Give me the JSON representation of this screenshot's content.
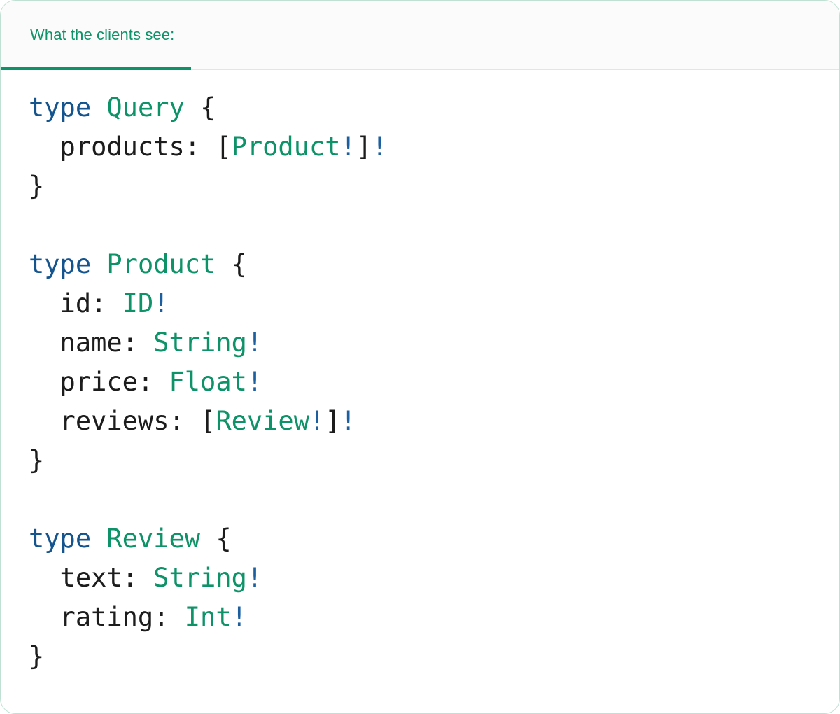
{
  "card": {
    "border_color": "#bfe0d2",
    "background": "#ffffff"
  },
  "tabbar": {
    "background": "#fbfbfb",
    "divider_color": "#e4e4e4",
    "tabs": [
      {
        "id": "clients-view",
        "label": "What the clients see:",
        "active": true,
        "color": "#0e9268"
      }
    ]
  },
  "code": {
    "language": "graphql",
    "font": "monospace",
    "colors": {
      "keyword": "#14558f",
      "type": "#0e9268",
      "field": "#1c1c1c",
      "punctuation": "#1c1c1c",
      "non_null": "#1c5fa0"
    },
    "plain_text": "type Query {\n  products: [Product!]!\n}\n\ntype Product {\n  id: ID!\n  name: String!\n  price: Float!\n  reviews: [Review!]!\n}\n\ntype Review {\n  text: String!\n  rating: Int!\n}",
    "lines": [
      {
        "tokens": [
          {
            "text": "type",
            "cls": "t-kw"
          },
          {
            "text": " ",
            "cls": "t-punct"
          },
          {
            "text": "Query",
            "cls": "t-type"
          },
          {
            "text": " ",
            "cls": "t-punct"
          },
          {
            "text": "{",
            "cls": "t-punct"
          }
        ]
      },
      {
        "tokens": [
          {
            "text": "  products:",
            "cls": "t-field"
          },
          {
            "text": " ",
            "cls": "t-punct"
          },
          {
            "text": "[",
            "cls": "t-punct"
          },
          {
            "text": "Product",
            "cls": "t-type"
          },
          {
            "text": "!",
            "cls": "t-bang"
          },
          {
            "text": "]",
            "cls": "t-punct"
          },
          {
            "text": "!",
            "cls": "t-bang"
          }
        ]
      },
      {
        "tokens": [
          {
            "text": "}",
            "cls": "t-punct"
          }
        ]
      },
      {
        "tokens": []
      },
      {
        "tokens": [
          {
            "text": "type",
            "cls": "t-kw"
          },
          {
            "text": " ",
            "cls": "t-punct"
          },
          {
            "text": "Product",
            "cls": "t-type"
          },
          {
            "text": " ",
            "cls": "t-punct"
          },
          {
            "text": "{",
            "cls": "t-punct"
          }
        ]
      },
      {
        "tokens": [
          {
            "text": "  id:",
            "cls": "t-field"
          },
          {
            "text": " ",
            "cls": "t-punct"
          },
          {
            "text": "ID",
            "cls": "t-type"
          },
          {
            "text": "!",
            "cls": "t-bang"
          }
        ]
      },
      {
        "tokens": [
          {
            "text": "  name:",
            "cls": "t-field"
          },
          {
            "text": " ",
            "cls": "t-punct"
          },
          {
            "text": "String",
            "cls": "t-type"
          },
          {
            "text": "!",
            "cls": "t-bang"
          }
        ]
      },
      {
        "tokens": [
          {
            "text": "  price:",
            "cls": "t-field"
          },
          {
            "text": " ",
            "cls": "t-punct"
          },
          {
            "text": "Float",
            "cls": "t-type"
          },
          {
            "text": "!",
            "cls": "t-bang"
          }
        ]
      },
      {
        "tokens": [
          {
            "text": "  reviews:",
            "cls": "t-field"
          },
          {
            "text": " ",
            "cls": "t-punct"
          },
          {
            "text": "[",
            "cls": "t-punct"
          },
          {
            "text": "Review",
            "cls": "t-type"
          },
          {
            "text": "!",
            "cls": "t-bang"
          },
          {
            "text": "]",
            "cls": "t-punct"
          },
          {
            "text": "!",
            "cls": "t-bang"
          }
        ]
      },
      {
        "tokens": [
          {
            "text": "}",
            "cls": "t-punct"
          }
        ]
      },
      {
        "tokens": []
      },
      {
        "tokens": [
          {
            "text": "type",
            "cls": "t-kw"
          },
          {
            "text": " ",
            "cls": "t-punct"
          },
          {
            "text": "Review",
            "cls": "t-type"
          },
          {
            "text": " ",
            "cls": "t-punct"
          },
          {
            "text": "{",
            "cls": "t-punct"
          }
        ]
      },
      {
        "tokens": [
          {
            "text": "  text:",
            "cls": "t-field"
          },
          {
            "text": " ",
            "cls": "t-punct"
          },
          {
            "text": "String",
            "cls": "t-type"
          },
          {
            "text": "!",
            "cls": "t-bang"
          }
        ]
      },
      {
        "tokens": [
          {
            "text": "  rating:",
            "cls": "t-field"
          },
          {
            "text": " ",
            "cls": "t-punct"
          },
          {
            "text": "Int",
            "cls": "t-type"
          },
          {
            "text": "!",
            "cls": "t-bang"
          }
        ]
      },
      {
        "tokens": [
          {
            "text": "}",
            "cls": "t-punct"
          }
        ]
      }
    ]
  }
}
